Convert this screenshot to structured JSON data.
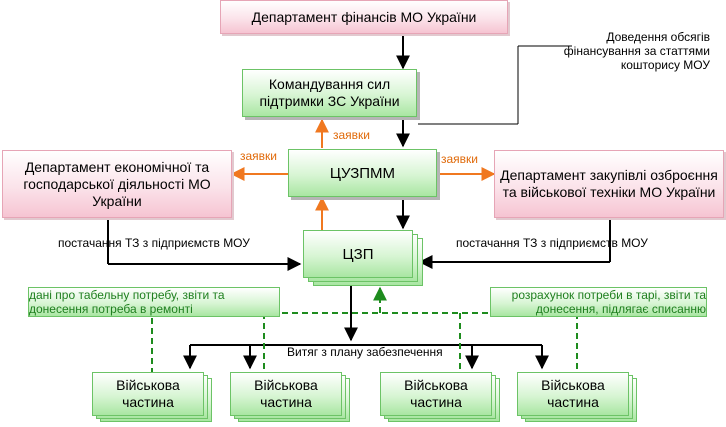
{
  "colors": {
    "orange": "#F07820",
    "green_dashed": "#1E8C1E",
    "black_lines": "#000000",
    "pink_box": "#F6C4D2",
    "green_box": "#A9E6A2"
  },
  "nodes": {
    "dept_finance": "Департамент фінансів МО України",
    "command": "Командування сил підтримки ЗС України",
    "tsuzpmm": "ЦУЗПММ",
    "dept_economic": "Департамент економічної та господарської діяльності МО України",
    "dept_procurement": "Департамент закупівлі озброєння та військової техніки МО України",
    "tszp": "ЦЗП",
    "unit1": "Військова частина",
    "unit2": "Військова частина",
    "unit3": "Військова частина",
    "unit4": "Військова частина"
  },
  "labels": {
    "funding_note": "Доведення обсягів фінансування за статтями кошторису МОУ",
    "requests_top": "заявки",
    "requests_left": "заявки",
    "requests_right": "заявки",
    "supply_left": "постачання ТЗ з підприємств МОУ",
    "supply_right": "постачання ТЗ з підприємств МОУ",
    "data_left": "дані про табельну потребу, звіти та донесення потреба в ремонті",
    "data_right": "розрахунок потреби в тарі, звіти та донесення, підлягає списанню",
    "extract": "Витяг з плану забезпечення"
  }
}
